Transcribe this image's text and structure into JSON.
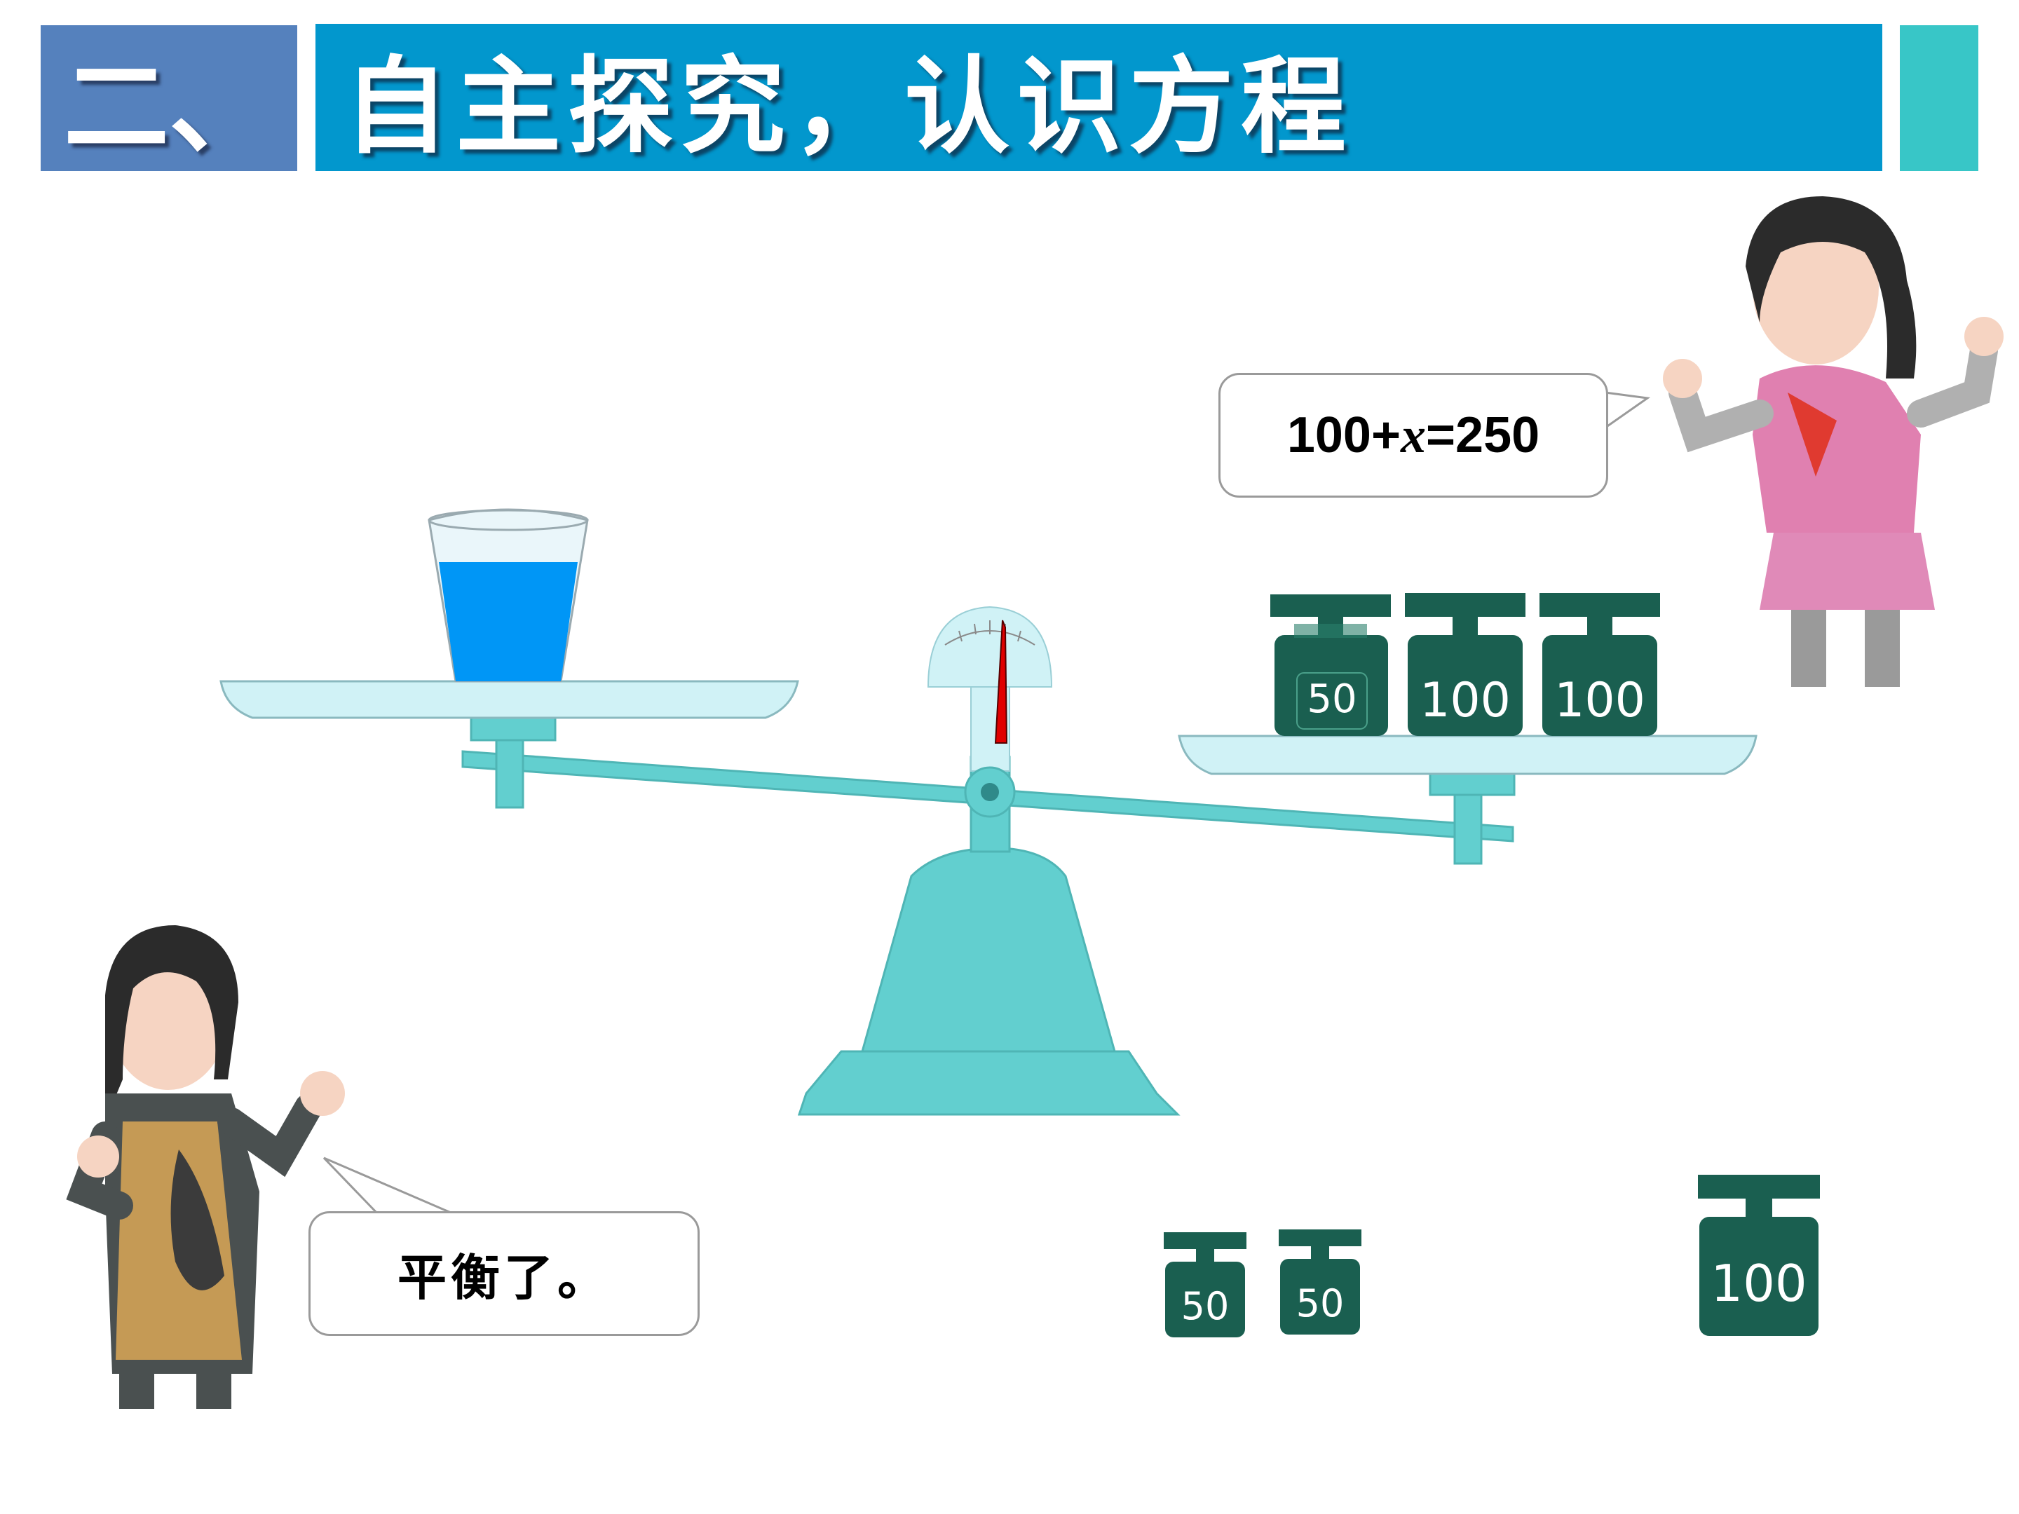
{
  "header": {
    "section_number": "二、",
    "title": "自主探究，认识方程"
  },
  "equation_bubble": {
    "prefix": "100+",
    "variable": "x",
    "suffix": "=250"
  },
  "balance_bubble": {
    "text": "平衡了。"
  },
  "weights": {
    "on_scale": [
      "50",
      "100",
      "100"
    ],
    "loose": [
      "50",
      "50",
      "100"
    ]
  },
  "colors": {
    "header_number_bg": "#5581bd",
    "header_title_bg": "#0297cd",
    "header_accent": "#38c6c7",
    "scale_body": "#62cfcf",
    "pan": "#d0f2f6",
    "water": "#0096f6",
    "weight": "#1a5f50",
    "needle": "#e00000"
  }
}
